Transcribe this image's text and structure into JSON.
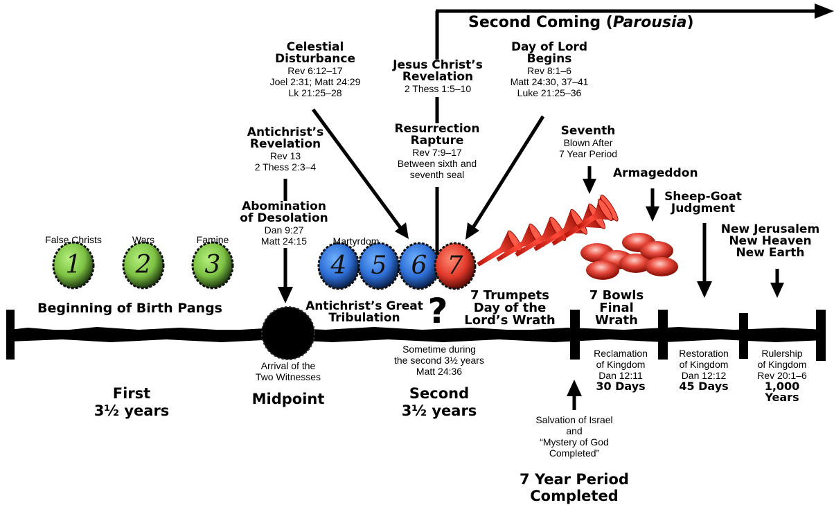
{
  "second_coming": {
    "title": "Second Coming (",
    "title_italic": "Parousia",
    "title_end": ")"
  },
  "seals": {
    "labels": [
      "False Christs",
      "Wars",
      "Famine",
      "Martyrdom"
    ],
    "numbers": [
      "1",
      "2",
      "3",
      "4",
      "5",
      "6",
      "7"
    ],
    "colors": {
      "green": "#7dc243",
      "blue": "#2e6fd6",
      "red": "#e23a2a"
    }
  },
  "beginning_birth_pangs": "Beginning of Birth Pangs",
  "celestial": {
    "title_1": "Celestial",
    "title_2": "Disturbance",
    "ref_1": "Rev 6:12–17",
    "ref_2": "Joel 2:31; Matt 24:29",
    "ref_3": "Lk 21:25–28"
  },
  "jesus_revelation": {
    "title_1": "Jesus Christ’s",
    "title_2": "Revelation",
    "ref": "2 Thess 1:5–10"
  },
  "day_of_lord": {
    "title_1": "Day of Lord",
    "title_2": "Begins",
    "ref_1": "Rev 8:1–6",
    "ref_2": "Matt 24:30, 37–41",
    "ref_3": "Luke 21:25–36"
  },
  "antichrist_revelation": {
    "title_1": "Antichrist’s",
    "title_2": "Revelation",
    "ref_1": "Rev 13",
    "ref_2": "2 Thess 2:3–4"
  },
  "resurrection": {
    "title_1": "Resurrection",
    "title_2": "Rapture",
    "ref_1": "Rev 7:9–17",
    "ref_2": "Between sixth and",
    "ref_3": "seventh seal"
  },
  "seventh": {
    "title": "Seventh",
    "sub_1": "Blown After",
    "sub_2": "7 Year Period"
  },
  "armageddon": "Armageddon",
  "sheep_goat": {
    "line_1": "Sheep-Goat",
    "line_2": "Judgment"
  },
  "new_jerusalem": {
    "line_1": "New Jerusalem",
    "line_2": "New Heaven",
    "line_3": "New Earth"
  },
  "abomination": {
    "title_1": "Abomination",
    "title_2": "of Desolation",
    "ref_1": "Dan 9:27",
    "ref_2": "Matt 24:15"
  },
  "great_tribulation": {
    "line_1": "Antichrist’s Great",
    "line_2": "Tribulation"
  },
  "question_mark": "?",
  "trumpets": {
    "line_1": "7 Trumpets",
    "line_2": "Day of the",
    "line_3": "Lord’s Wrath"
  },
  "bowls": {
    "line_1": "7 Bowls",
    "line_2": "Final",
    "line_3": "Wrath"
  },
  "two_witnesses": {
    "line_1": "Arrival of the",
    "line_2": "Two Witnesses"
  },
  "sometime": {
    "line_1": "Sometime during",
    "line_2": "the second 3½ years",
    "line_3": "Matt 24:36"
  },
  "reclamation": {
    "line_1": "Reclamation",
    "line_2": "of Kingdom",
    "line_3": "Dan 12:11",
    "days": "30 Days"
  },
  "restoration": {
    "line_1": "Restoration",
    "line_2": "of Kingdom",
    "line_3": "Dan 12:12",
    "days": "45 Days"
  },
  "rulership": {
    "line_1": "Rulership",
    "line_2": "of Kingdom",
    "line_3": "Rev 20:1–6",
    "years_1": "1,000",
    "years_2": "Years"
  },
  "first_half": {
    "line_1": "First",
    "line_2": "3½ years"
  },
  "midpoint": "Midpoint",
  "second_half": {
    "line_1": "Second",
    "line_2": "3½ years"
  },
  "salvation": {
    "line_1": "Salvation of Israel",
    "line_2": "and",
    "line_3": "“Mystery of God",
    "line_4": "Completed”"
  },
  "completed": {
    "line_1": "7 Year Period",
    "line_2": "Completed"
  }
}
